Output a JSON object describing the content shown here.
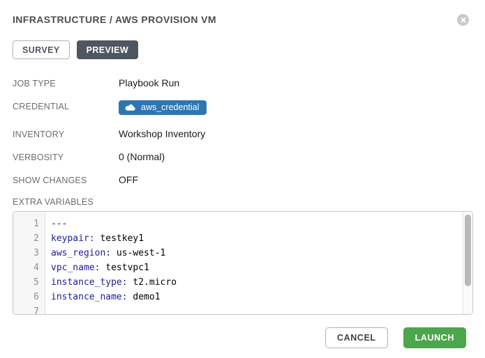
{
  "header": {
    "title": "INFRASTRUCTURE / AWS PROVISION VM",
    "close_icon": "circle-x-icon"
  },
  "tabs": [
    {
      "label": "SURVEY",
      "active": false
    },
    {
      "label": "PREVIEW",
      "active": true
    }
  ],
  "details": [
    {
      "label": "JOB TYPE",
      "value": "Playbook Run"
    },
    {
      "label": "CREDENTIAL",
      "value": "aws_credential",
      "badge": true,
      "icon": "cloud-icon"
    },
    {
      "label": "INVENTORY",
      "value": "Workshop Inventory"
    },
    {
      "label": "VERBOSITY",
      "value": "0 (Normal)"
    },
    {
      "label": "SHOW CHANGES",
      "value": "OFF"
    }
  ],
  "extra_variables": {
    "label": "EXTRA VARIABLES",
    "lines": [
      {
        "num": "1",
        "key": "---",
        "value": ""
      },
      {
        "num": "2",
        "key": "keypair:",
        "value": " testkey1"
      },
      {
        "num": "3",
        "key": "aws_region:",
        "value": " us-west-1"
      },
      {
        "num": "4",
        "key": "vpc_name:",
        "value": " testvpc1"
      },
      {
        "num": "5",
        "key": "instance_type:",
        "value": " t2.micro"
      },
      {
        "num": "6",
        "key": "instance_name:",
        "value": " demo1"
      },
      {
        "num": "7",
        "key": "",
        "value": ""
      }
    ]
  },
  "footer": {
    "cancel_label": "CANCEL",
    "launch_label": "LAUNCH"
  },
  "colors": {
    "credential_badge_blue": "#2d76b2",
    "launch_green": "#4ca64c",
    "active_tab_dark": "#4e5660",
    "key_token_navy": "#1c1c9c"
  }
}
